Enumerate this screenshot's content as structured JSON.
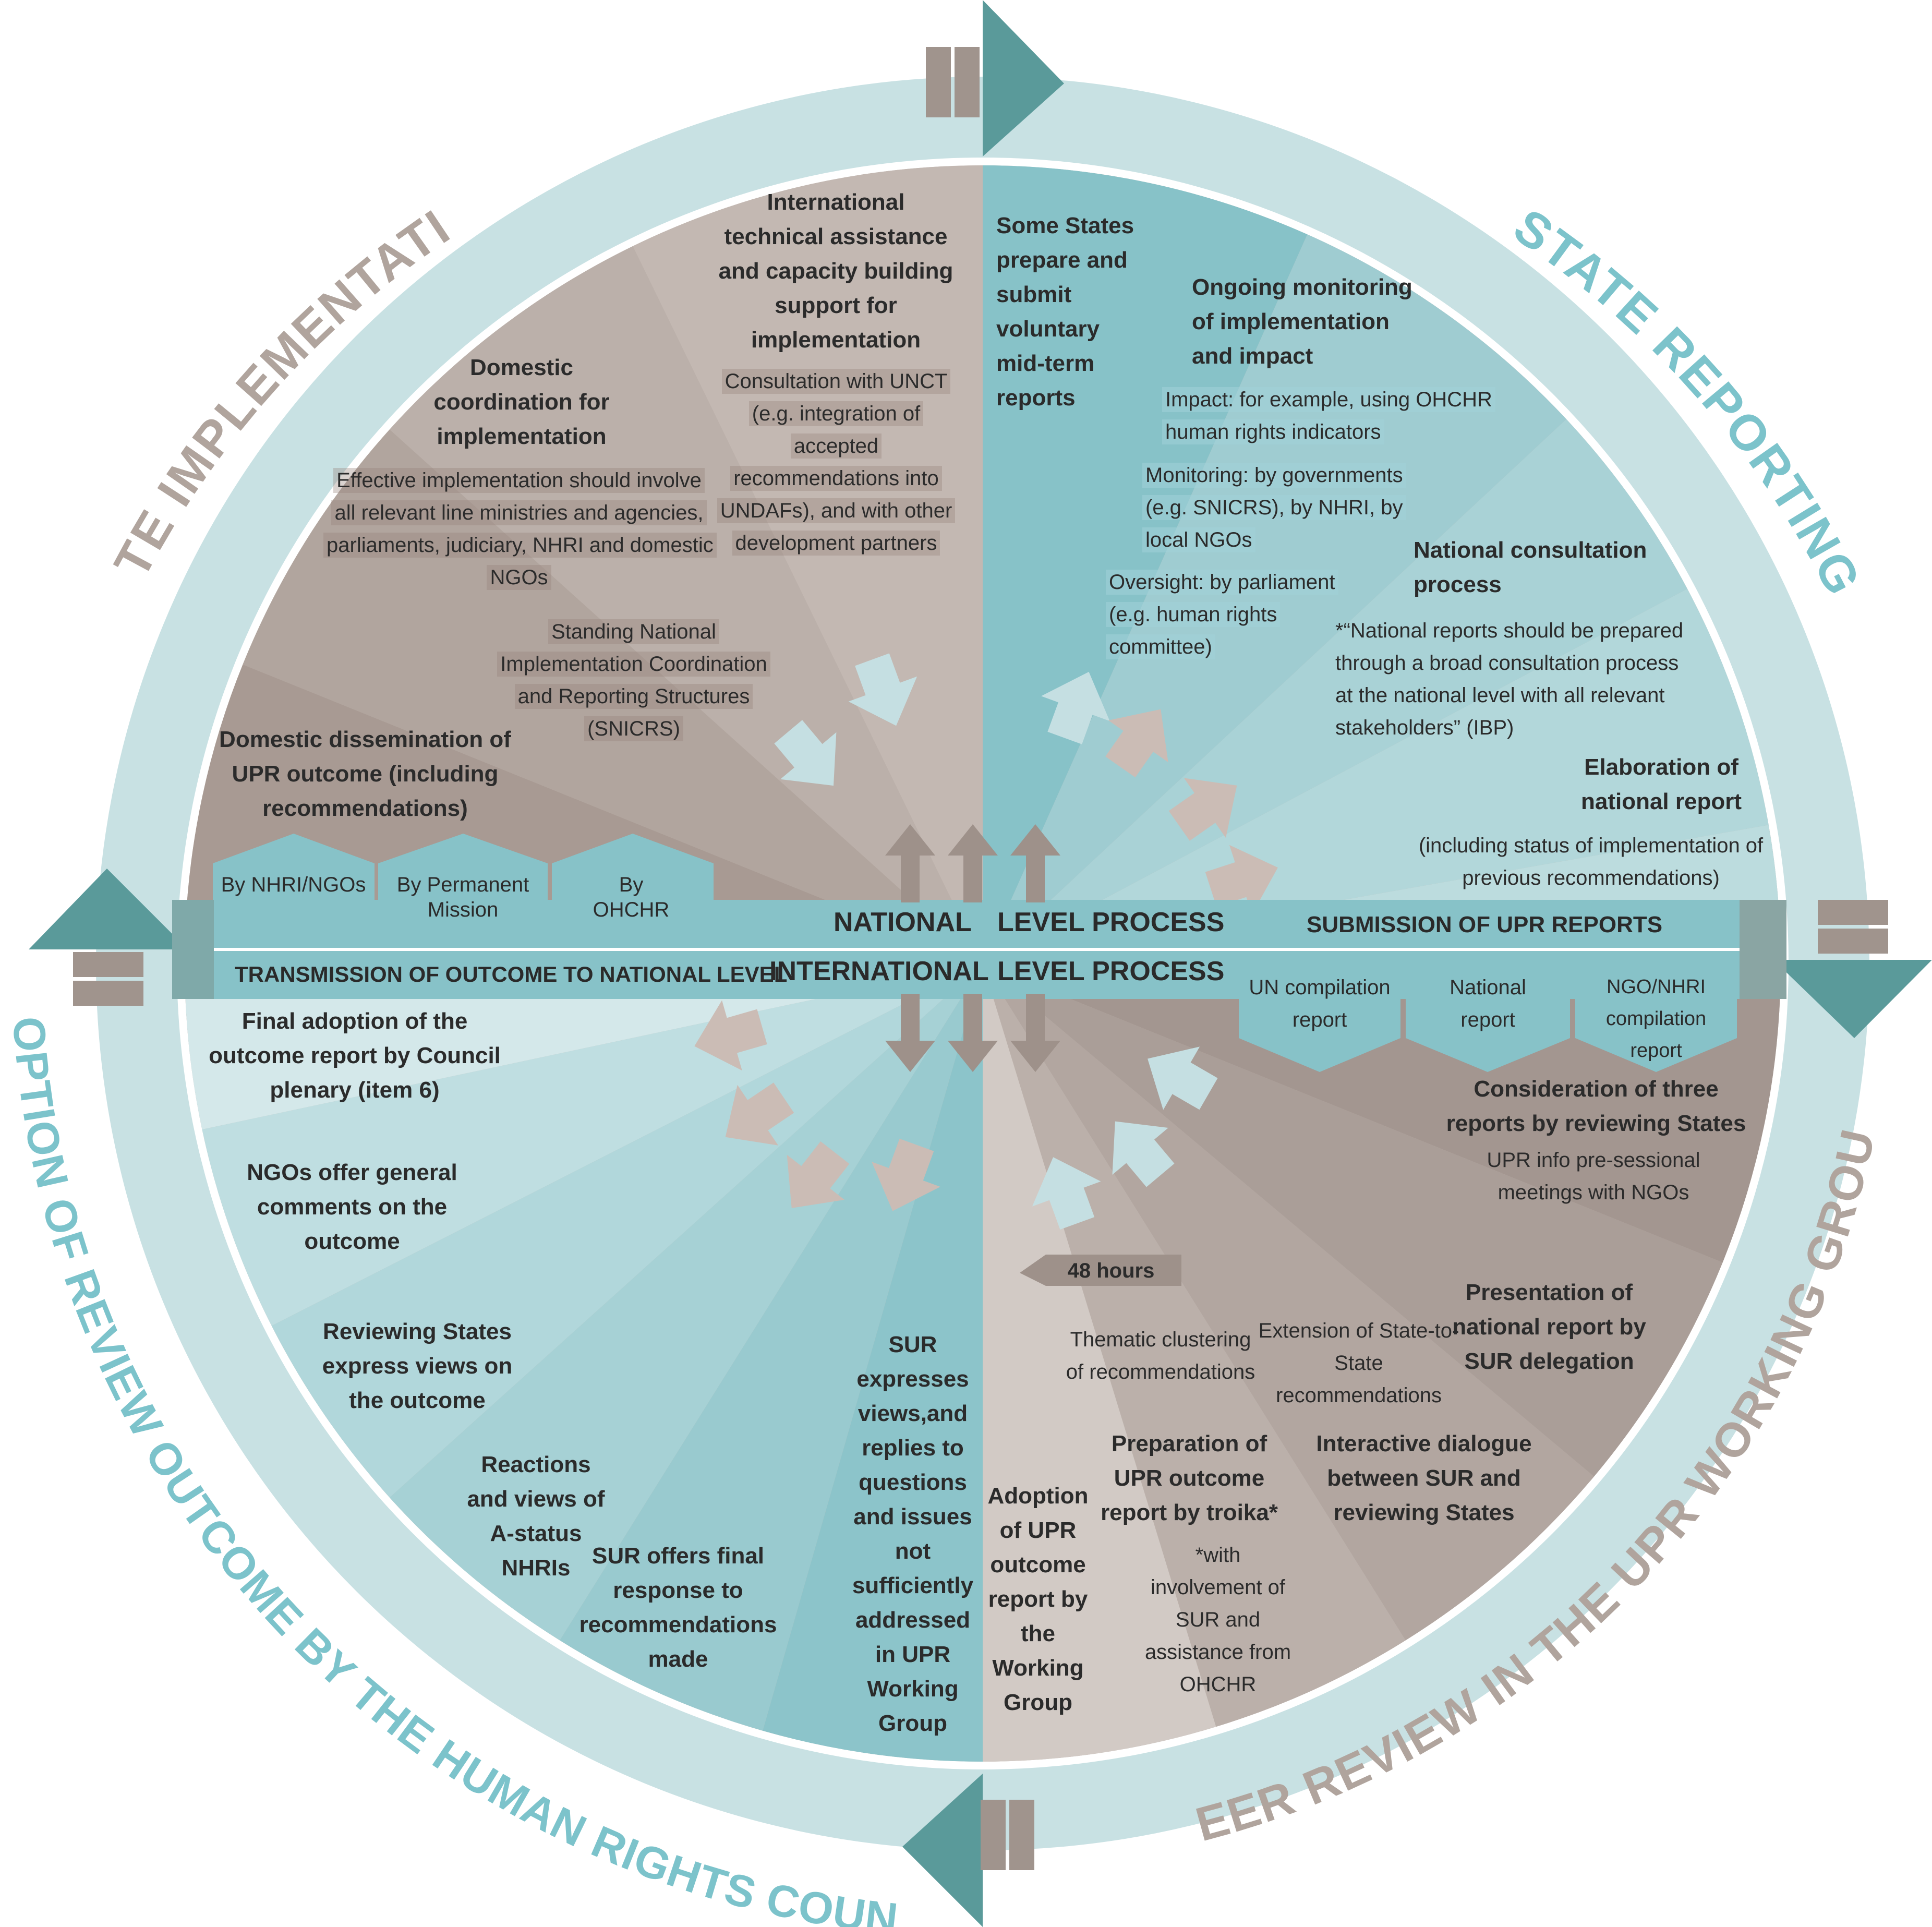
{
  "ring_titles": {
    "state_implementation": "STATE IMPLEMENTATION",
    "state_reporting": "STATE REPORTING",
    "peer_review": "PEER REVIEW IN THE UPR WORKING GROUP",
    "adoption": "ADOPTION OF REVIEW OUTCOME BY THE HUMAN RIGHTS COUNCIL"
  },
  "center": {
    "national_left": "NATIONAL",
    "national_right": "LEVEL PROCESS",
    "international_left": "INTERNATIONAL",
    "international_right": "LEVEL PROCESS"
  },
  "bars": {
    "submission": "SUBMISSION OF UPR REPORTS",
    "transmission": "TRANSMISSION OF OUTCOME TO NATIONAL LEVEL"
  },
  "tabs_top": {
    "nhri": "By NHRI/NGOs",
    "mission": "By Permanent Mission",
    "ohchr": "By OHCHR"
  },
  "tabs_bottom": {
    "un": "UN compilation report",
    "national": "National report",
    "ngo": "NGO/NHRI compilation report"
  },
  "nw": {
    "intl_title": "International technical assistance and capacity building support for implementation",
    "intl_desc": "Consultation with UNCT (e.g. integration of accepted recommendations into UNDAFs), and with other development partners",
    "domestic_title": "Domestic coordination for implementation",
    "domestic_desc": "Effective implementation should involve all relevant line ministries and agencies, parliaments, judiciary, NHRI and domestic NGOs",
    "standing": "Standing National Implementation Coordination and Reporting Structures (SNICRS)",
    "dissemination": "Domestic dissemination of UPR outcome (including recommendations)"
  },
  "ne": {
    "midterm": "Some States prepare and submit voluntary mid-term reports",
    "monitoring_title": "Ongoing monitoring of implementation and impact",
    "impact": "Impact: for example, using OHCHR human rights indicators",
    "monitoring": "Monitoring: by governments (e.g. SNICRS), by NHRI, by local NGOs",
    "oversight": "Oversight: by parliament (e.g. human rights committee)",
    "consultation_title": "National consultation process",
    "consultation_desc": "*“National reports should be prepared through a broad consultation process at the national level with all relevant stakeholders” (IBP)",
    "elaboration_title": "Elaboration of national report",
    "elaboration_desc": "(including status of implementation of previous recommendations)"
  },
  "se": {
    "consideration_title": "Consideration of three reports by reviewing States",
    "consideration_desc": "UPR info pre-sessional meetings with NGOs",
    "presentation": "Presentation of national report by SUR delegation",
    "extension": "Extension of State-to-State recommendations",
    "interactive": "Interactive dialogue between SUR and reviewing States",
    "hours": "48 hours",
    "thematic": "Thematic clustering of recommendations",
    "preparation_title": "Preparation of UPR outcome report by troika*",
    "preparation_desc": "*with involvement of SUR and assistance from OHCHR",
    "adoption_wg": "Adoption of UPR outcome report by the Working Group"
  },
  "sw": {
    "final_adoption": "Final adoption of the outcome report by Council plenary (item 6)",
    "ngos": "NGOs offer general comments on the outcome",
    "reviewing": "Reviewing States express views on the outcome",
    "reactions": "Reactions and views of A-status NHRIs",
    "sur_final": "SUR offers final response to recommendations made",
    "sur_express": "SUR expresses views,and replies to questions and issues not sufficiently addressed in UPR Working Group"
  },
  "colors": {
    "ring": "#c8e1e3",
    "teal": "#87c2c8",
    "brown": "#a89a93",
    "tan": "#c4b8b2",
    "text": "#2b2b2b"
  }
}
